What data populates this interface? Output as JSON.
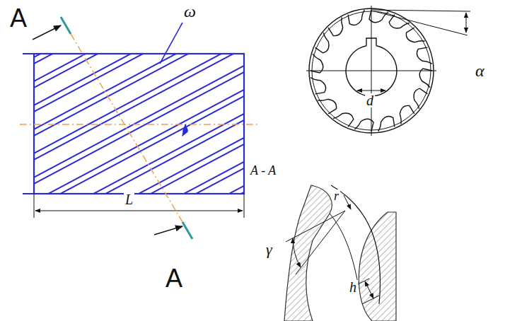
{
  "diagram": {
    "labels": [
      "A",
      "ω",
      "L",
      "A",
      "α",
      "d",
      "A - A",
      "r",
      "γ",
      "h"
    ]
  }
}
